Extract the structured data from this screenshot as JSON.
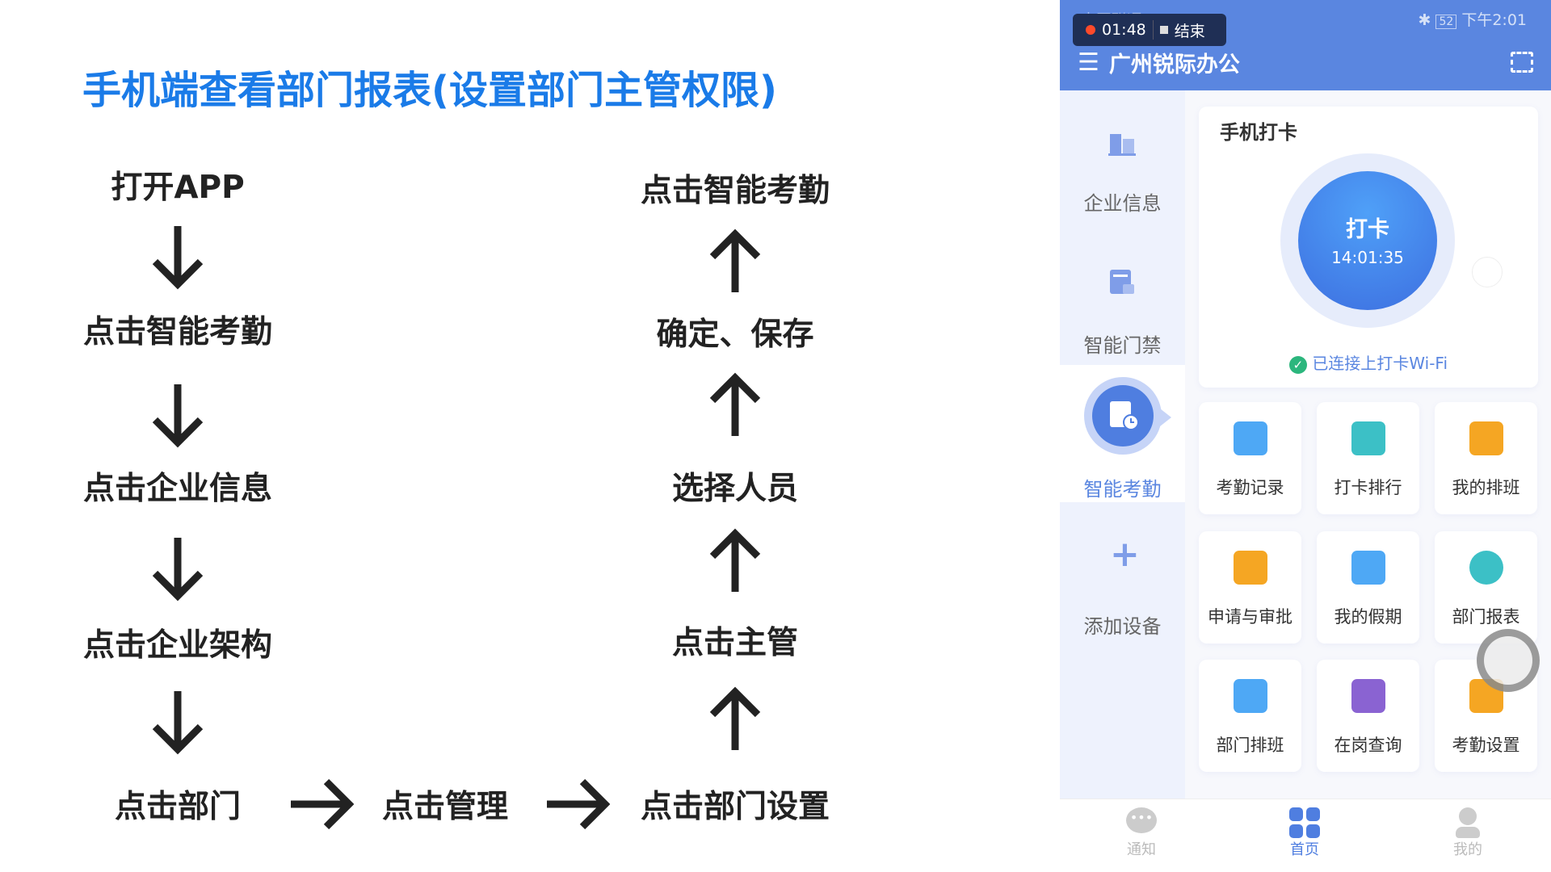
{
  "title": "手机端查看部门报表(设置部门主管权限)",
  "steps_left": [
    "打开APP",
    "点击智能考勤",
    "点击企业信息",
    "点击企业架构",
    "点击部门"
  ],
  "steps_bottom": [
    "点击管理",
    "点击部门设置"
  ],
  "steps_right": [
    "确定、保存",
    "选择人员",
    "点击主管",
    "点击智能考勤"
  ],
  "phone": {
    "status": {
      "carrier": "中国联通",
      "battery": "52",
      "time": "下午2:01"
    },
    "recording": {
      "timer": "01:48",
      "stop_label": "结束"
    },
    "app_title": "广州锐际办公",
    "sidebar": [
      {
        "label": "企业信息",
        "icon": "building-icon"
      },
      {
        "label": "智能门禁",
        "icon": "door-lock-icon"
      },
      {
        "label": "智能考勤",
        "icon": "attendance-icon",
        "active": true
      },
      {
        "label": "添加设备",
        "icon": "plus-icon"
      }
    ],
    "punch": {
      "title": "手机打卡",
      "button_label": "打卡",
      "time": "14:01:35",
      "wifi_status": "已连接上打卡Wi-Fi"
    },
    "grid": [
      {
        "label": "考勤记录",
        "icon": "calendar-clock-icon",
        "color": "#4ea8f5"
      },
      {
        "label": "打卡排行",
        "icon": "trophy-icon",
        "color": "#3cc0c6"
      },
      {
        "label": "我的排班",
        "icon": "calendar-icon",
        "color": "#f5a623"
      },
      {
        "label": "申请与审批",
        "icon": "stamp-icon",
        "color": "#f5a623"
      },
      {
        "label": "我的假期",
        "icon": "cup-icon",
        "color": "#4ea8f5"
      },
      {
        "label": "部门报表",
        "icon": "pie-chart-icon",
        "color": "#3cc0c6"
      },
      {
        "label": "部门排班",
        "icon": "team-calendar-icon",
        "color": "#4ea8f5"
      },
      {
        "label": "在岗查询",
        "icon": "person-search-icon",
        "color": "#8a63d2"
      },
      {
        "label": "考勤设置",
        "icon": "gear-icon",
        "color": "#f5a623"
      }
    ],
    "nav": [
      {
        "label": "通知",
        "icon": "chat-icon"
      },
      {
        "label": "首页",
        "icon": "grid-icon",
        "active": true
      },
      {
        "label": "我的",
        "icon": "user-icon"
      }
    ],
    "accent": "#5a86e0"
  }
}
